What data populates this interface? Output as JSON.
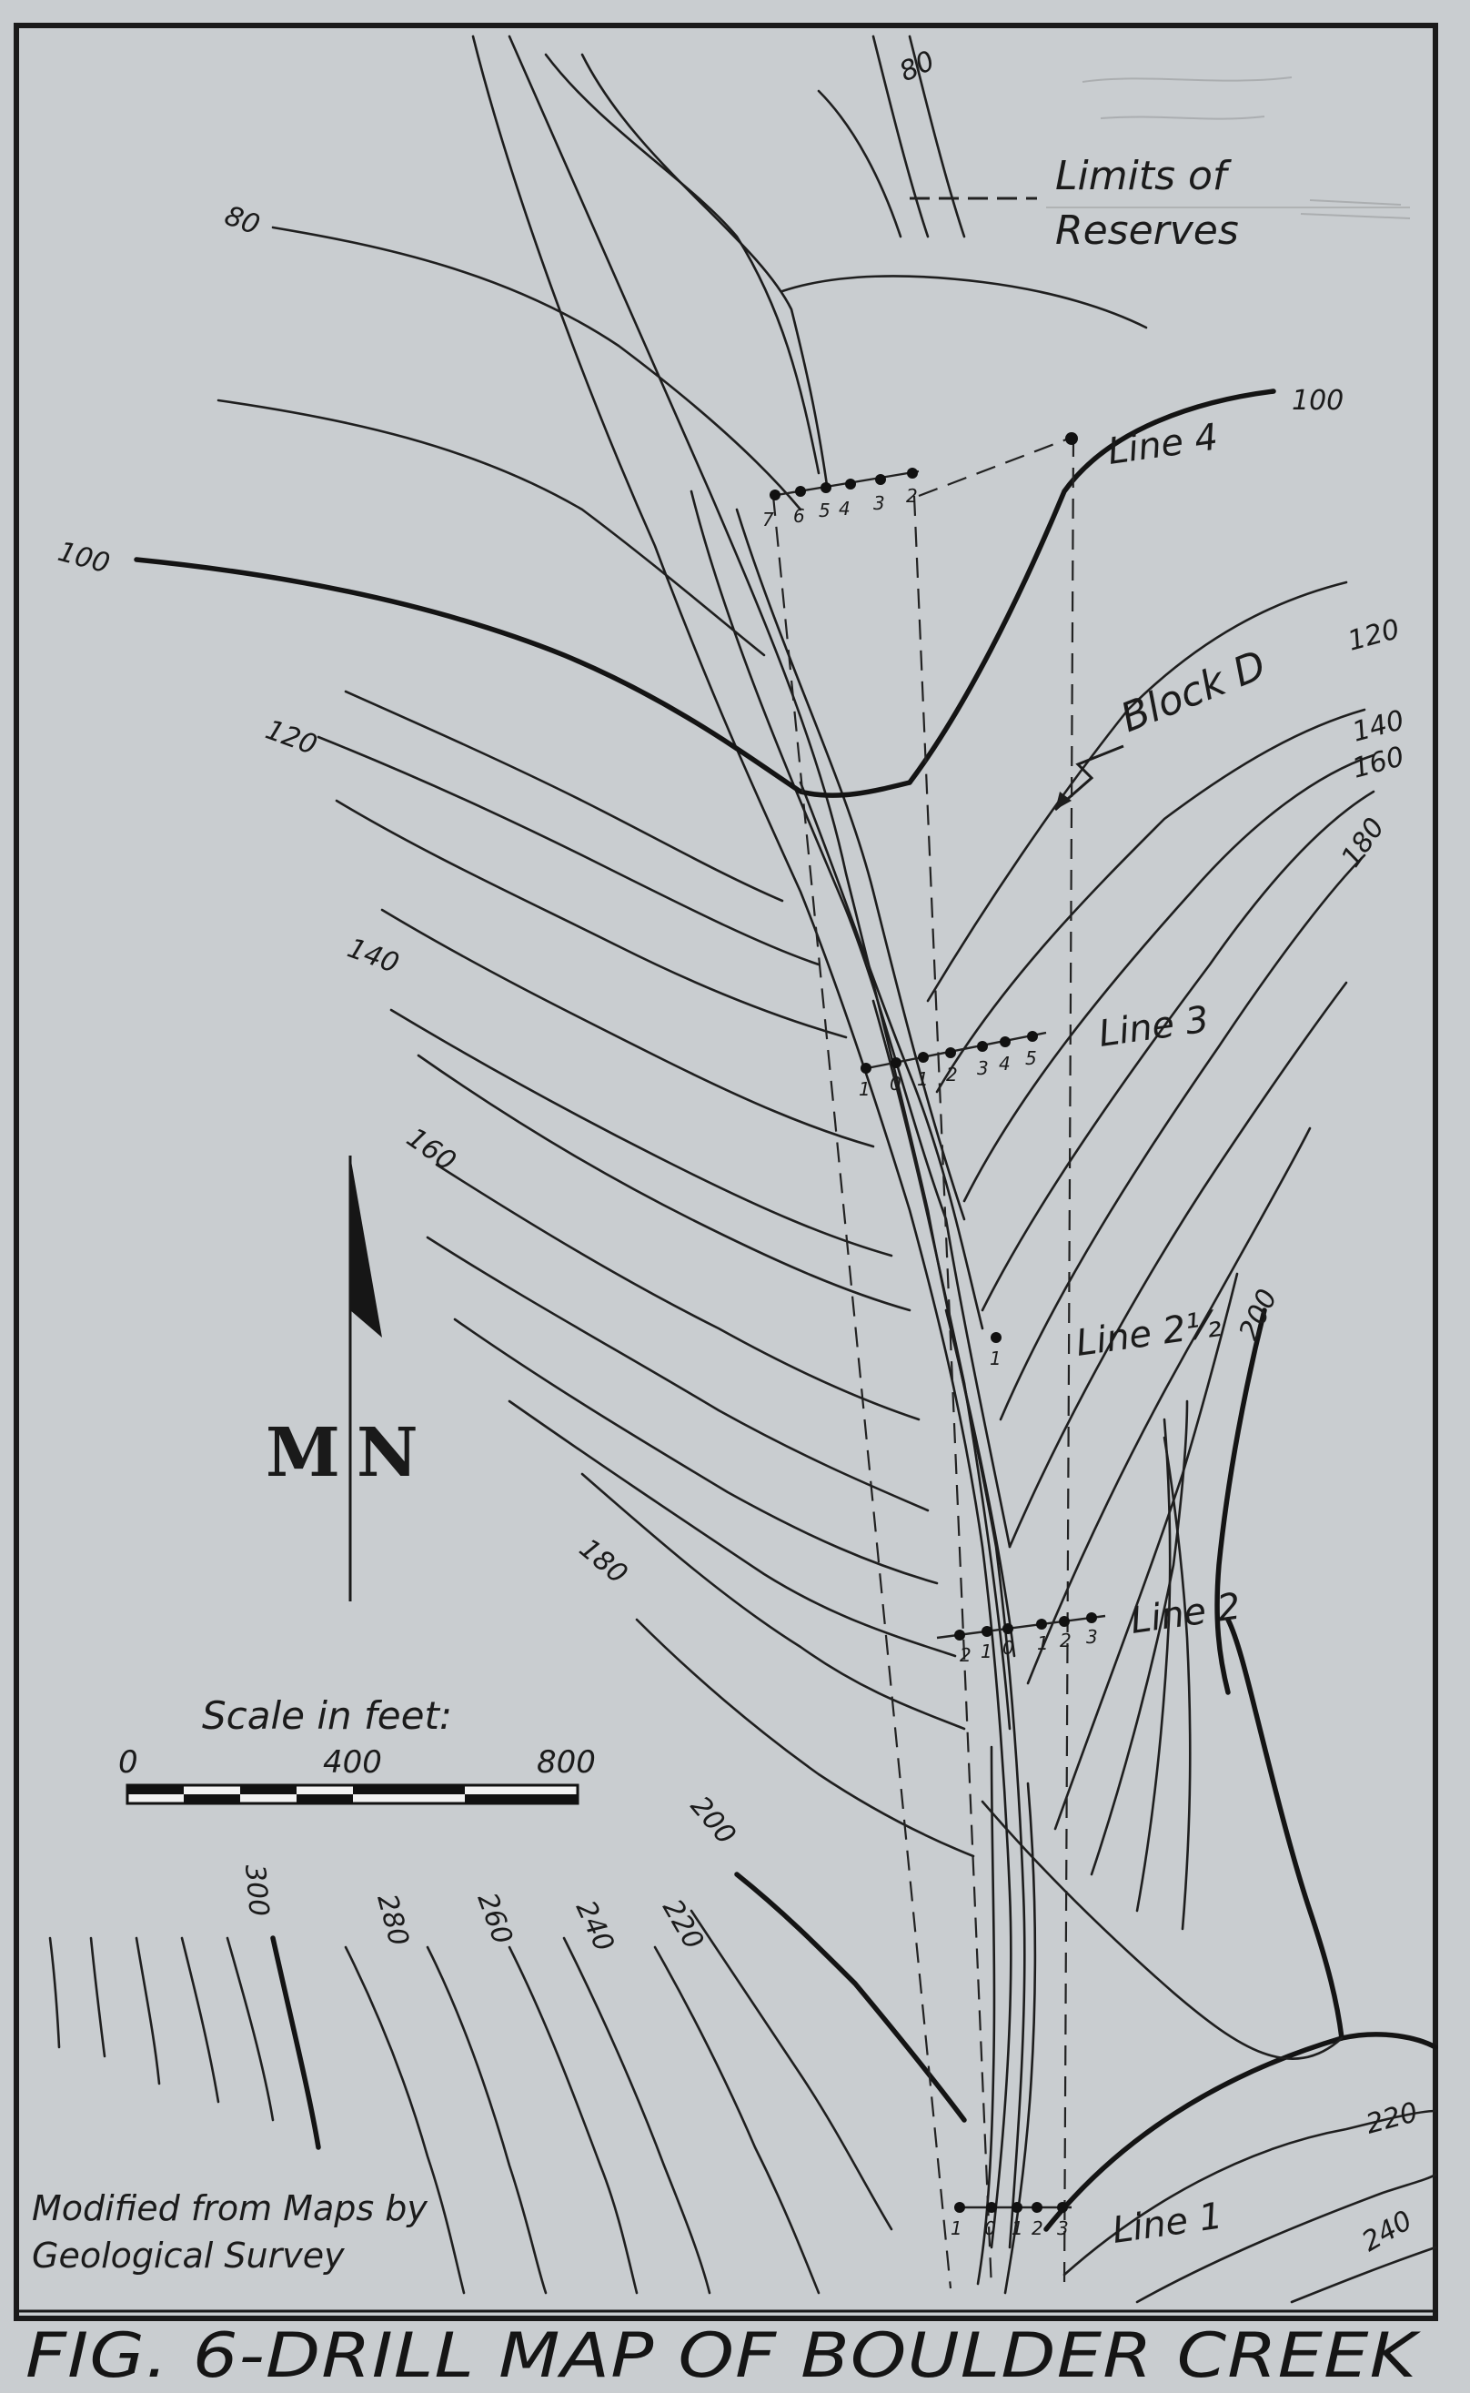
{
  "title": "FIG. 6-DRILL MAP OF BOULDER CREEK",
  "credit_line1": "Modified from Maps by",
  "credit_line2": "Geological Survey",
  "legend": {
    "label_line1": "Limits of",
    "label_line2": "Reserves"
  },
  "block_label": "Block D",
  "north_arrow": {
    "m": "M",
    "n": "N"
  },
  "scale": {
    "title": "Scale in feet:",
    "ticks": [
      "0",
      "400",
      "800"
    ],
    "unit_values_ft": [
      0,
      400,
      800
    ]
  },
  "contour_labels": [
    "80",
    "80",
    "100",
    "100",
    "120",
    "120",
    "140",
    "140",
    "160",
    "160",
    "180",
    "180",
    "200",
    "200",
    "220",
    "220",
    "240",
    "240",
    "260",
    "280",
    "300"
  ],
  "drill_lines": [
    {
      "name": "Line 4",
      "holes": [
        "7",
        "6",
        "5",
        "4",
        "3",
        "2"
      ]
    },
    {
      "name": "Line 3",
      "holes": [
        "1",
        "0",
        "1",
        "2",
        "3",
        "4",
        "5"
      ]
    },
    {
      "name": "Line 2½",
      "holes": [
        "1"
      ]
    },
    {
      "name": "Line 2",
      "holes": [
        "2",
        "1",
        "0",
        "1",
        "2",
        "3"
      ]
    },
    {
      "name": "Line 1",
      "holes": [
        "1",
        "0",
        "1",
        "2",
        "3"
      ]
    }
  ],
  "colors": {
    "paper": "#c9cdd0",
    "ink": "#1b1b1b"
  }
}
